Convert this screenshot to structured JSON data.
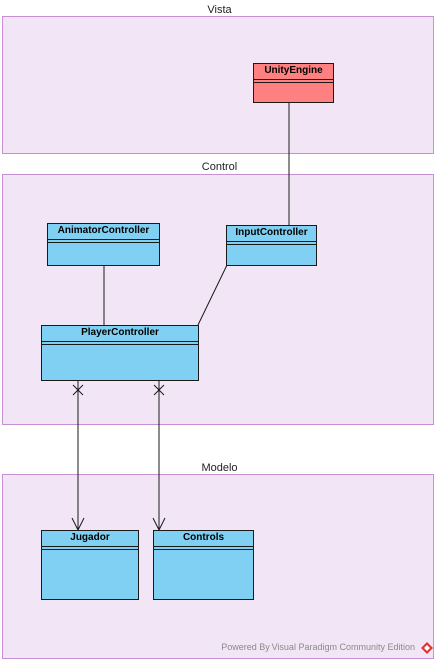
{
  "packages": {
    "vista": {
      "label": "Vista"
    },
    "control": {
      "label": "Control"
    },
    "modelo": {
      "label": "Modelo"
    }
  },
  "classes": {
    "unity_engine": {
      "name": "UnityEngine"
    },
    "animator_controller": {
      "name": "AnimatorController"
    },
    "input_controller": {
      "name": "InputController"
    },
    "player_controller": {
      "name": "PlayerController"
    },
    "jugador": {
      "name": "Jugador"
    },
    "controls": {
      "name": "Controls"
    }
  },
  "colors": {
    "package_fill": "#f2e5f5",
    "package_border": "#c890d4",
    "class_fill": "#7fd0f2",
    "external_class_fill": "#fe8080",
    "line": "#1a1a1a"
  },
  "footer": {
    "text": "Powered By Visual Paradigm Community Edition",
    "logo_icon": "visual-paradigm-logo-icon"
  }
}
